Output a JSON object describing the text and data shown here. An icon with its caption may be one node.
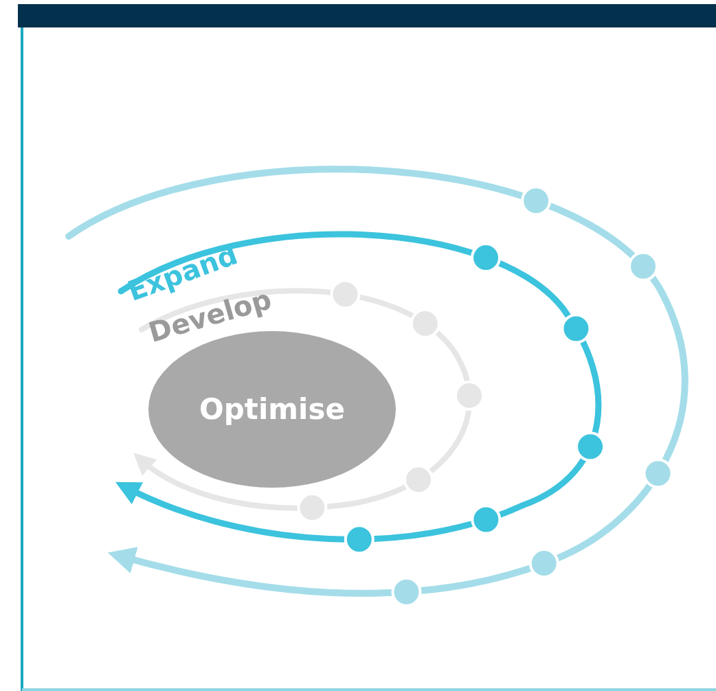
{
  "diagram": {
    "nodes": [
      {
        "text": [
          "Optimise"
        ]
      }
    ],
    "labels": [
      "Expand",
      "Develop"
    ]
  }
}
